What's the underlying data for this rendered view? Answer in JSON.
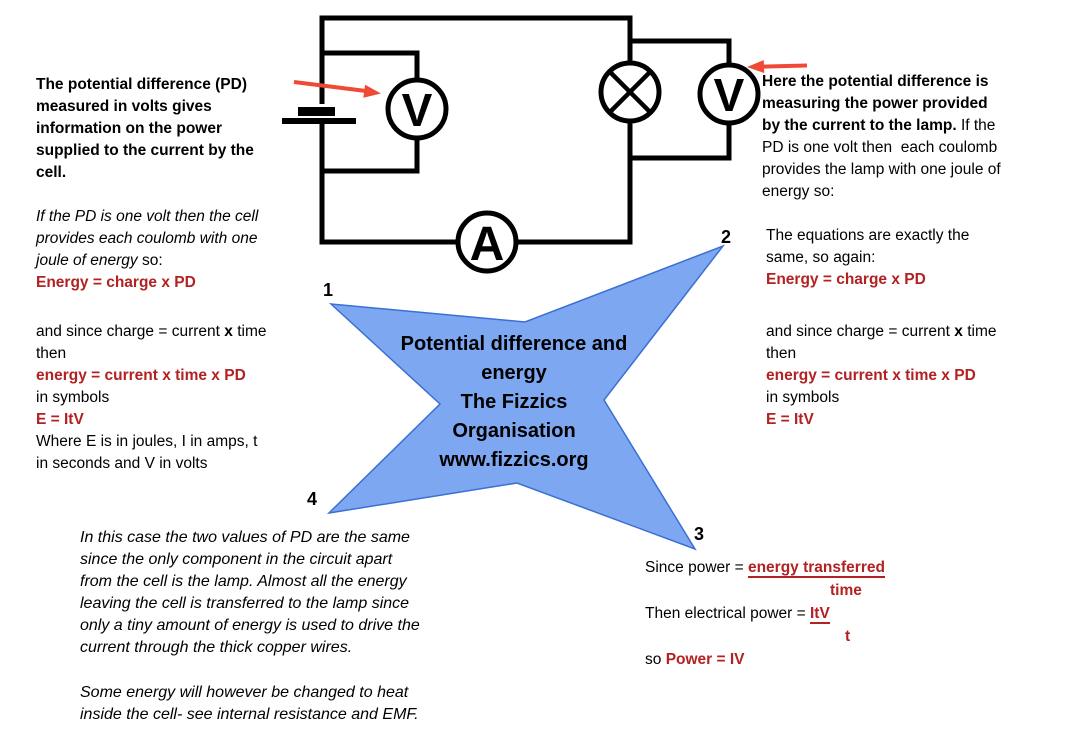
{
  "colors": {
    "equation_red": "#B22222",
    "arrow_red": "#EE4A35",
    "star_fill": "#7DA7F0",
    "star_stroke": "#3A6FD4",
    "wire_black": "#000000"
  },
  "circuit": {
    "voltmeter_cell_label": "V",
    "voltmeter_lamp_label": "V",
    "ammeter_label": "A"
  },
  "left_note": {
    "lines": [
      "The potential difference (PD)",
      "measured in volts gives",
      "information on the power",
      "supplied to the current by the",
      "cell."
    ]
  },
  "right_note": {
    "bold_lines": [
      "Here the potential difference is",
      "measuring the power provided",
      "by the current to the lamp."
    ],
    "tail_after_bold": " If the",
    "regular_lines": [
      "PD is one volt then  each coulomb",
      "provides the lamp with one joule of",
      "energy so:"
    ]
  },
  "section1": {
    "italic_line1": "If the PD is one volt then the cell",
    "italic_line2": "provides each coulomb with one",
    "italic_line3": "joule of energy ",
    "so_suffix": "so:",
    "eq_energy_charge": "Energy = charge x PD",
    "since_pre": "and since charge = current ",
    "since_x": "x",
    "since_post": " time",
    "then_word": "then",
    "eq_energy_full": "energy = current x time x PD",
    "in_symbols": "in symbols",
    "eq_symbols": "E = ItV",
    "where_line1": "Where E is in joules, I in amps, t",
    "where_line2": "in seconds and V in volts"
  },
  "section2": {
    "intro_line1": "The equations are exactly the",
    "intro_line2": "same, so again:",
    "eq_energy_charge": "Energy = charge x PD",
    "since_pre": "and since charge = current ",
    "since_x": "x",
    "since_post": " time",
    "then_word": "then",
    "eq_energy_full": "energy = current x time x PD",
    "in_symbols": "in symbols",
    "eq_symbols": "E = ItV"
  },
  "section3": {
    "since_prefix": "Since power = ",
    "fraction1_numerator": "energy transferred",
    "fraction1_denominator": "time",
    "then_prefix": "Then electrical power = ",
    "fraction2_numerator": "ItV",
    "fraction2_denominator": "t",
    "so_prefix": "so ",
    "eq_power": "Power = IV"
  },
  "section4": {
    "para1_lines": [
      "In this case the two values of PD are the same",
      "since the only component in the circuit apart",
      "from the cell is the lamp. Almost all the energy",
      "leaving the cell is transferred to the lamp since",
      "only a tiny amount of energy is used to drive the",
      "current through the thick copper wires."
    ],
    "para2_lines": [
      "Some energy will however be changed to heat",
      "inside the cell- see internal resistance and EMF."
    ]
  },
  "star": {
    "point_labels": [
      "1",
      "2",
      "3",
      "4"
    ],
    "text_lines": [
      "Potential difference and",
      "energy",
      "The Fizzics",
      "Organisation",
      "www.fizzics.org"
    ]
  }
}
